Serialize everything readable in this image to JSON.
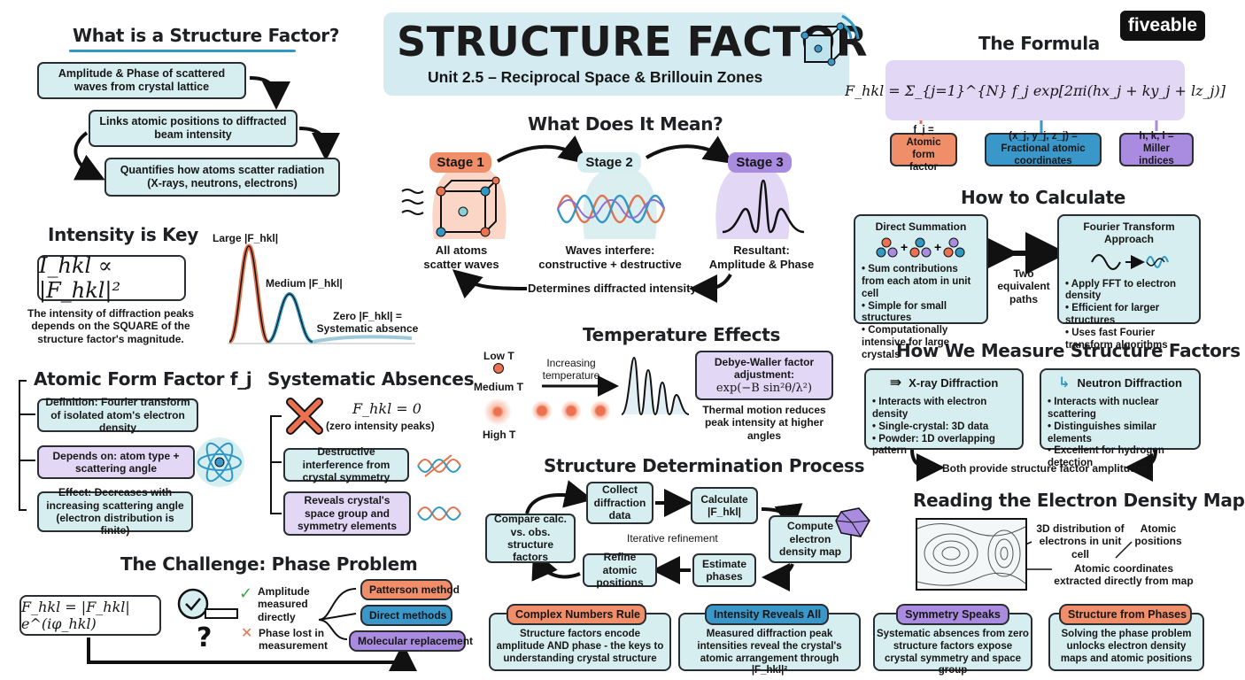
{
  "header": {
    "title": "STRUCTURE FACTOR",
    "subtitle": "Unit 2.5 – Reciprocal Space & Brillouin Zones",
    "brand": "fiveable"
  },
  "what_is": {
    "heading": "What is a Structure Factor?",
    "items": [
      "Amplitude & Phase of scattered waves from crystal lattice",
      "Links atomic positions to diffracted beam intensity",
      "Quantifies how atoms scatter radiation (X-rays, neutrons, electrons)"
    ]
  },
  "intensity": {
    "heading": "Intensity is Key",
    "formula": "I_hkl ∝ |F_hkl|²",
    "description": "The intensity of diffraction peaks depends on the SQUARE of the structure factor's magnitude.",
    "labels": {
      "large": "Large |F_hkl|",
      "medium": "Medium |F_hkl|",
      "zero": "Zero |F_hkl| = Systematic absence"
    }
  },
  "atomic_form": {
    "heading": "Atomic Form Factor f_j",
    "items": [
      "Definition: Fourier transform of isolated atom's electron density",
      "Depends on: atom type + scattering angle",
      "Effect: Decreases with increasing scattering angle (electron distribution is finite)"
    ]
  },
  "absences": {
    "heading": "Systematic Absences",
    "formula": "F_hkl = 0",
    "note": "(zero intensity peaks)",
    "items": [
      "Destructive interference from crystal symmetry",
      "Reveals crystal's space group and symmetry elements"
    ]
  },
  "phase_problem": {
    "heading": "The Challenge: Phase Problem",
    "formula": "F_hkl = |F_hkl| e^(iφ_hkl)",
    "check_text": "Amplitude measured directly",
    "cross_text": "Phase lost in measurement",
    "methods": [
      "Patterson method",
      "Direct methods",
      "Molecular replacement"
    ]
  },
  "meaning": {
    "heading": "What Does It Mean?",
    "stages": [
      {
        "label": "Stage 1",
        "text": "All atoms scatter waves"
      },
      {
        "label": "Stage 2",
        "text": "Waves interfere: constructive + destructive"
      },
      {
        "label": "Stage 3",
        "text": "Resultant: Amplitude & Phase"
      }
    ],
    "return_text": "Determines diffracted intensity"
  },
  "temperature": {
    "heading": "Temperature Effects",
    "low": "Low T",
    "medium": "Medium T",
    "high": "High T",
    "arrow_text": "Increasing temperature",
    "dw_title": "Debye-Waller factor adjustment:",
    "dw_formula": "exp(−B sin²θ/λ²)",
    "note": "Thermal motion reduces peak intensity at higher angles"
  },
  "process": {
    "heading": "Structure Determination Process",
    "steps": {
      "collect": "Collect diffraction data",
      "calculate": "Calculate |F_hkl|",
      "compute": "Compute electron density map",
      "estimate": "Estimate phases",
      "refine": "Refine atomic positions",
      "compare": "Compare calc. vs. obs. structure factors"
    },
    "center": "Iterative refinement"
  },
  "formula_panel": {
    "heading": "The Formula",
    "equation": "F_hkl = Σ_{j=1}^{N} f_j exp[2πi(hx_j + ky_j + lz_j)]",
    "legend": [
      "f_j = Atomic form factor",
      "(x_j, y_j, z_j) = Fractional atomic coordinates",
      "h, k, l = Miller indices"
    ]
  },
  "calculate": {
    "heading": "How to Calculate",
    "direct": {
      "title": "Direct Summation",
      "bullets": [
        "Sum contributions from each atom in unit cell",
        "Simple for small structures",
        "Computationally intensive for large crystals"
      ]
    },
    "middle": "Two equivalent paths",
    "fourier": {
      "title": "Fourier Transform Approach",
      "bullets": [
        "Apply FFT to electron density",
        "Efficient for larger structures",
        "Uses fast Fourier transform algorithms"
      ]
    }
  },
  "measure": {
    "heading": "How We Measure Structure Factors",
    "xray": {
      "title": "X-ray Diffraction",
      "bullets": [
        "Interacts with electron density",
        "Single-crystal: 3D data",
        "Powder: 1D overlapping pattern"
      ]
    },
    "neutron": {
      "title": "Neutron Diffraction",
      "bullets": [
        "Interacts with nuclear scattering",
        "Distinguishes similar elements",
        "Excellent for hydrogen detection"
      ]
    },
    "both": "Both provide structure factor amplitudes"
  },
  "density_map": {
    "heading": "Reading the Electron Density Map",
    "label1": "3D distribution of electrons in unit cell",
    "label2": "Atomic positions",
    "label3": "Atomic coordinates extracted directly from map"
  },
  "takeaways": [
    {
      "tag": "Complex Numbers Rule",
      "text": "Structure factors encode amplitude AND phase - the keys to understanding crystal structure"
    },
    {
      "tag": "Intensity Reveals All",
      "text": "Measured diffraction peak intensities reveal the crystal's atomic arrangement through |F_hkl|²"
    },
    {
      "tag": "Symmetry Speaks",
      "text": "Systematic absences from zero structure factors expose crystal symmetry and space group"
    },
    {
      "tag": "Structure from Phases",
      "text": "Solving the phase problem unlocks electron density maps and atomic positions"
    }
  ],
  "colors": {
    "accent_blue": "#2f98c4",
    "stage_orange": "#f08e6a",
    "panel_teal": "#d7eef0",
    "panel_purple": "#e3d7f6"
  }
}
